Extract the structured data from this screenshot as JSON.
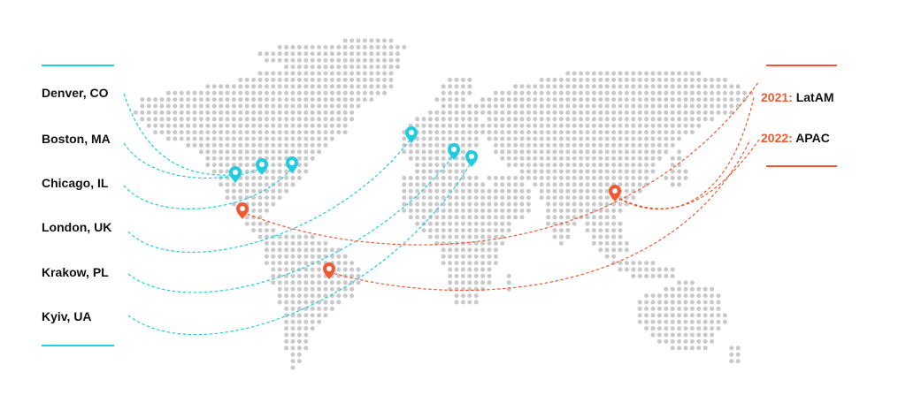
{
  "colors": {
    "office": "#22cce0",
    "expansion": "#ef5a30",
    "dots": "#c9c9c9",
    "text": "#111111"
  },
  "offices": [
    {
      "label": "Denver, CO"
    },
    {
      "label": "Boston, MA"
    },
    {
      "label": "Chicago, IL"
    },
    {
      "label": "London, UK"
    },
    {
      "label": "Krakow, PL"
    },
    {
      "label": "Kyiv, UA"
    }
  ],
  "expansion": [
    {
      "year": "2021:",
      "region": "LatAM"
    },
    {
      "year": "2022:",
      "region": "APAC"
    }
  ],
  "icons": {
    "office_pin": "map-pin-icon",
    "expansion_pin": "map-pin-icon"
  }
}
